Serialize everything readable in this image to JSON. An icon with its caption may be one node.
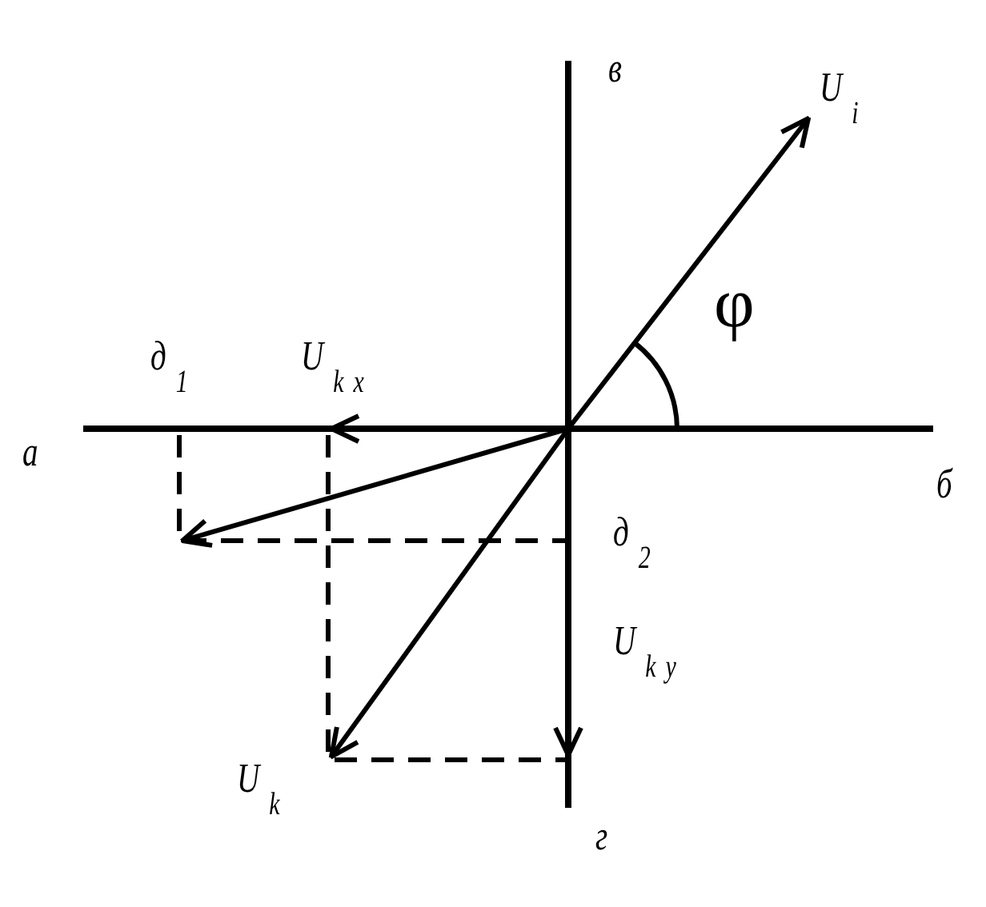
{
  "diagram": {
    "labels": [
      "в",
      "U$_{i}$",
      "φ",
      "д$_{1}$",
      "U$_{kx}$",
      "а",
      "б",
      "д$_{2}$",
      "U$_{ky}$",
      "U$_{k}$",
      "г"
    ]
  }
}
